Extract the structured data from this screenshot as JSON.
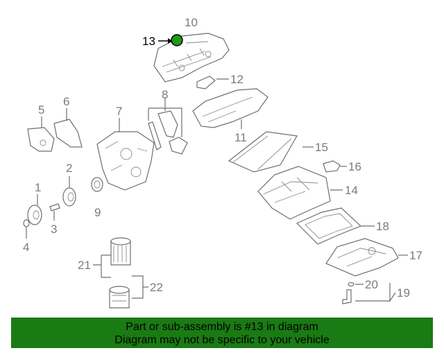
{
  "diagram": {
    "highlighted_part": "13",
    "callouts": [
      "1",
      "2",
      "3",
      "4",
      "5",
      "6",
      "7",
      "8",
      "9",
      "10",
      "11",
      "12",
      "13",
      "14",
      "15",
      "16",
      "17",
      "18",
      "19",
      "20",
      "21",
      "22"
    ]
  },
  "banner": {
    "line1": "Part or sub-assembly is #13 in diagram",
    "line2": "Diagram may not be specific to your vehicle",
    "color": "#1a7a14"
  },
  "colors": {
    "highlight": "#1a7a14",
    "line": "#6e6e6e",
    "label": "#7a7a7a"
  }
}
